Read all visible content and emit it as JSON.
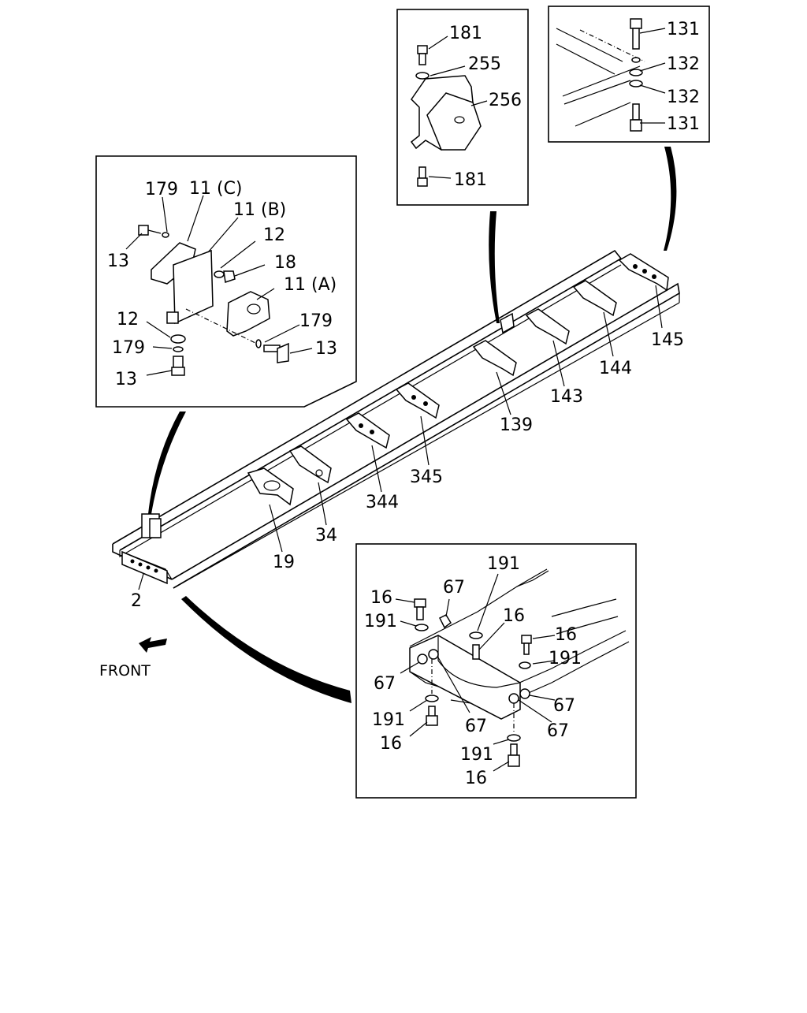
{
  "diagram": {
    "front_label": "FRONT",
    "main_frame_labels": {
      "l2": "2",
      "l19": "19",
      "l34": "34",
      "l344": "344",
      "l345": "345",
      "l139": "139",
      "l143": "143",
      "l144": "144",
      "l145": "145"
    },
    "inset_bracket": {
      "l179a": "179",
      "l11c": "11 (C)",
      "l11b": "11 (B)",
      "l12a": "12",
      "l13a": "13",
      "l18": "18",
      "l11a": "11 (A)",
      "l12b": "12",
      "l179b": "179",
      "l179c": "179",
      "l13b": "13",
      "l13c": "13"
    },
    "inset_mount": {
      "l181a": "181",
      "l255": "255",
      "l256": "256",
      "l181b": "181"
    },
    "inset_crossmember_bolt": {
      "l131a": "131",
      "l132a": "132",
      "l132b": "132",
      "l131b": "131"
    },
    "inset_front": {
      "l191a": "191",
      "l67a": "67",
      "l16a": "16",
      "l16b": "16",
      "l191b": "191",
      "l16c": "16",
      "l191c": "191",
      "l67b": "67",
      "l67c": "67",
      "l191d": "191",
      "l67d": "67",
      "l16d": "16",
      "l67e": "67",
      "l191e": "191",
      "l16e": "16"
    }
  }
}
